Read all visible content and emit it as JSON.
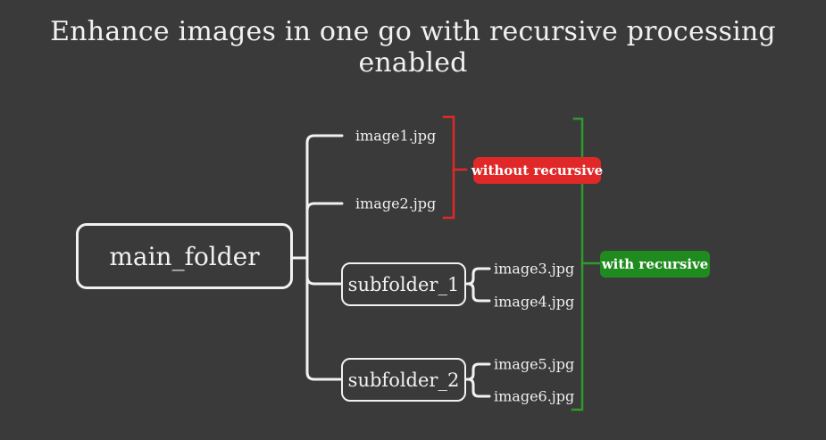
{
  "title": "Enhance images in one go with recursive processing enabled",
  "colors": {
    "background": "#3a3a3a",
    "line": "#f1f1f1",
    "red": "#e02828",
    "green_line": "#2e9b2e",
    "green": "#1f8b1f"
  },
  "tree": {
    "root_label": "main_folder",
    "root_files": [
      "image1.jpg",
      "image2.jpg"
    ],
    "subfolders": [
      {
        "label": "subfolder_1",
        "files": [
          "image3.jpg",
          "image4.jpg"
        ]
      },
      {
        "label": "subfolder_2",
        "files": [
          "image5.jpg",
          "image6.jpg"
        ]
      }
    ]
  },
  "annotations": {
    "without_recursive": {
      "label": "without recursive",
      "color": "#e02828"
    },
    "with_recursive": {
      "label": "with recursive",
      "color": "#1f8b1f"
    }
  }
}
